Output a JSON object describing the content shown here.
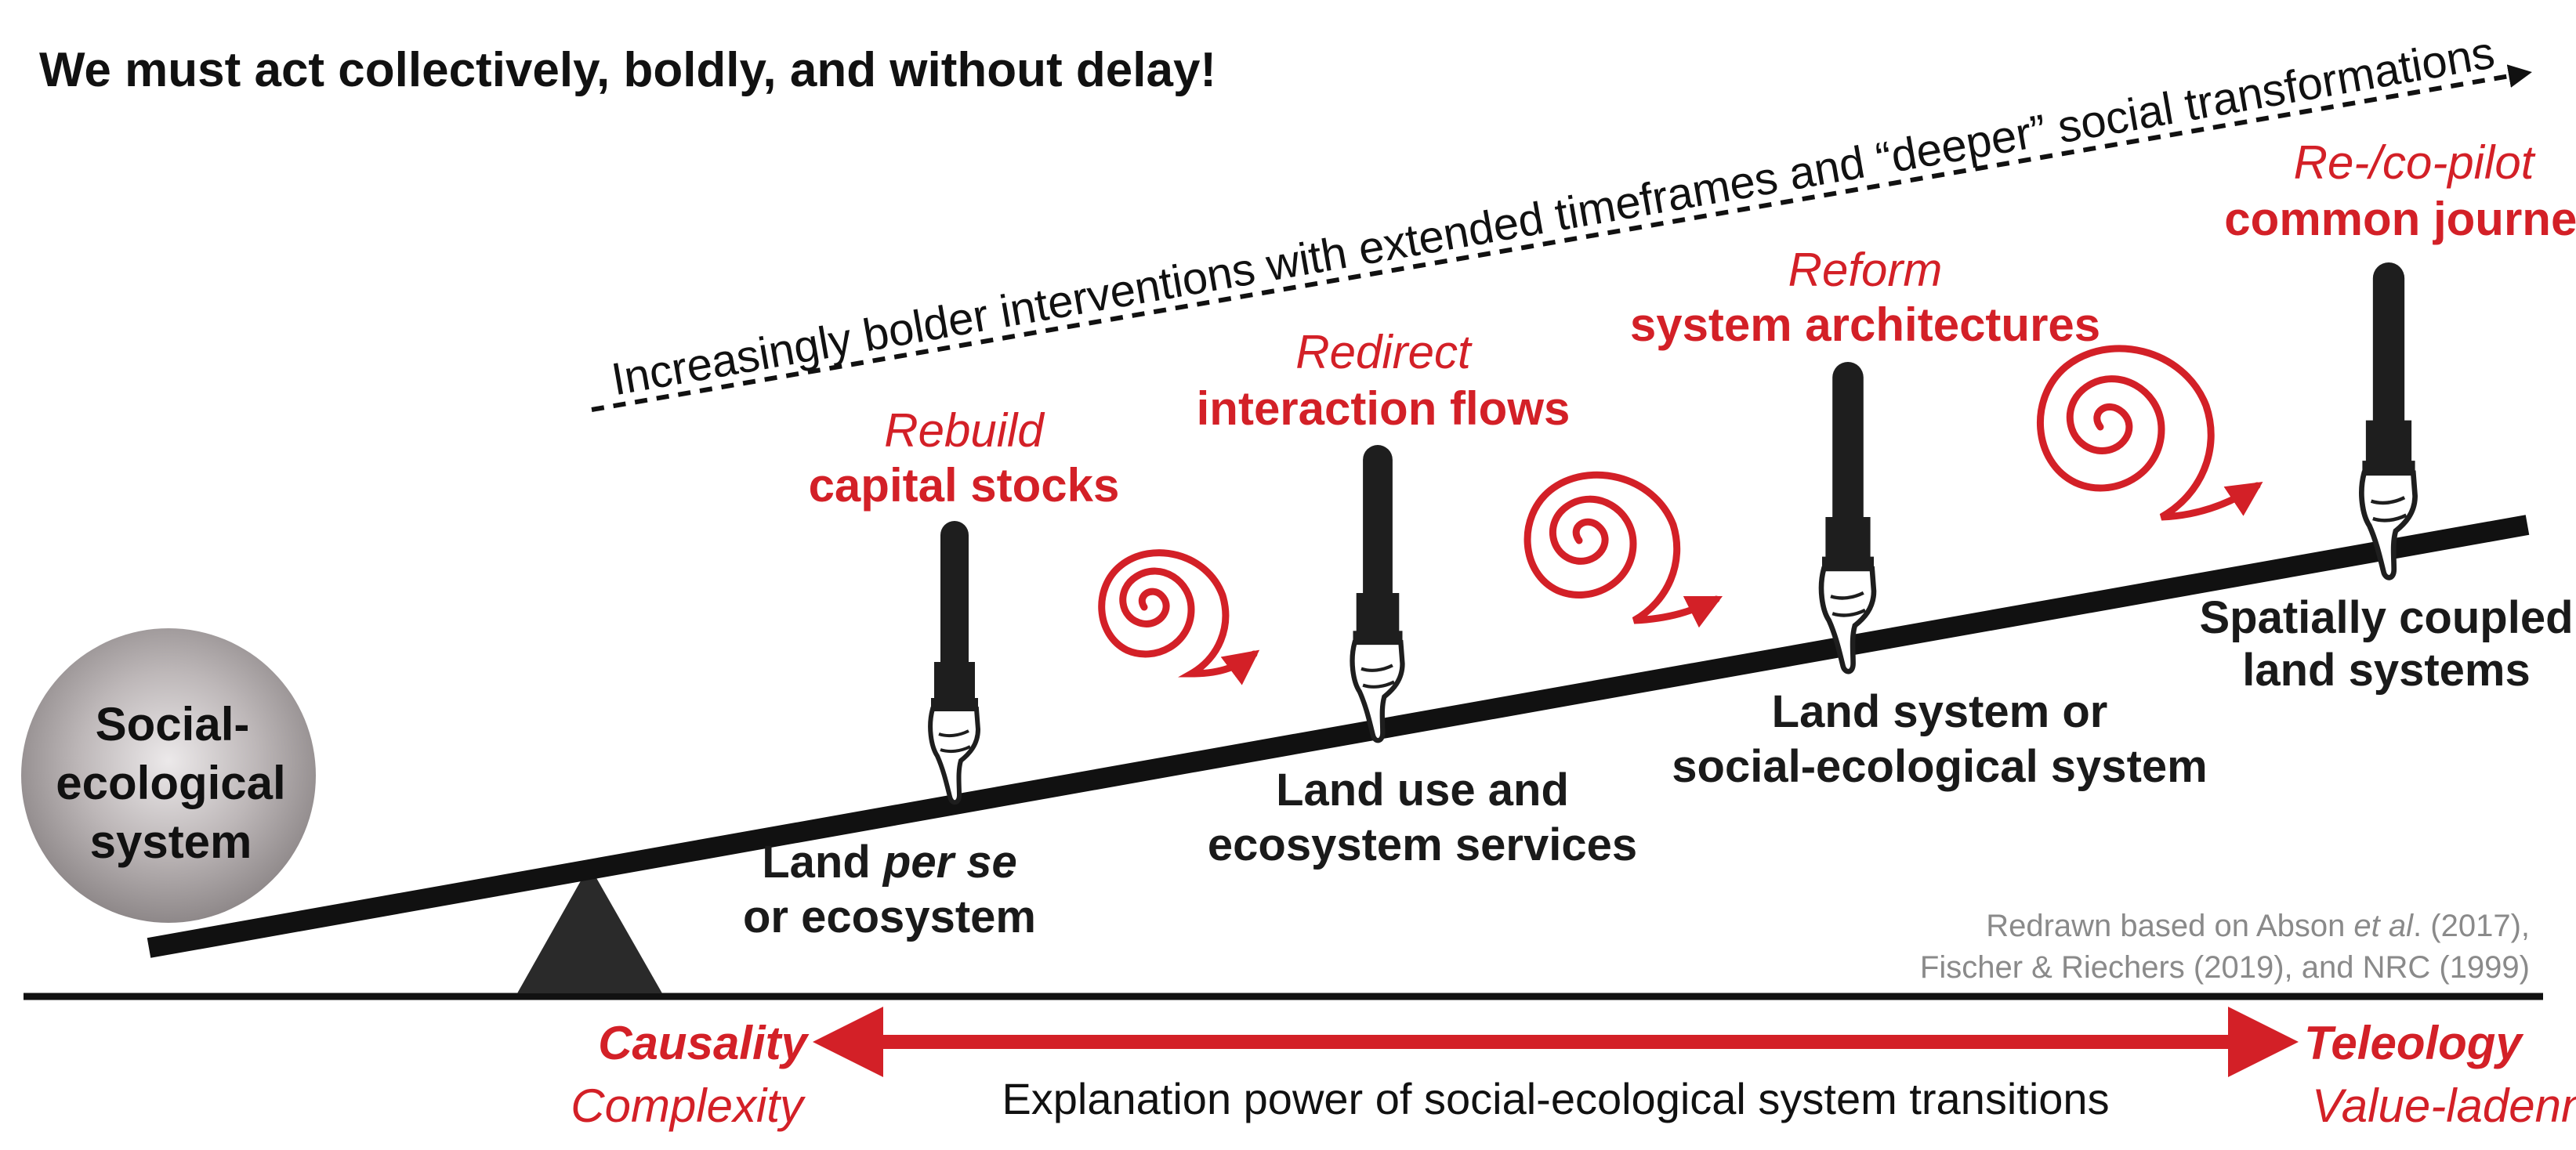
{
  "headline": "We must act collectively, boldly, and without delay!",
  "trend_text": "Increasingly bolder interventions with extended timeframes and “deeper” social transformations",
  "circle": {
    "line1": "Social-",
    "line2": "ecological",
    "line3": "system"
  },
  "levers": [
    {
      "verb": "Rebuild",
      "object": "capital stocks"
    },
    {
      "verb": "Redirect",
      "object": "interaction flows"
    },
    {
      "verb": "Reform",
      "object": "system architectures"
    },
    {
      "verb": "Re-/co-pilot",
      "object": "common journey"
    }
  ],
  "systems": [
    {
      "line1_pre": "Land ",
      "line1_em": "per se",
      "line2": "or ecosystem"
    },
    {
      "line1": "Land use and",
      "line2": "ecosystem services"
    },
    {
      "line1": "Land system or",
      "line2": "social-ecological system"
    },
    {
      "line1": "Spatially coupled",
      "line2": "land systems"
    }
  ],
  "credit": {
    "line1_pre": "Redrawn based on Abson ",
    "line1_em": "et al",
    "line1_post": ". (2017),",
    "line2": "Fischer & Riechers (2019), and NRC (1999)"
  },
  "axis": {
    "left_title": "Causality",
    "left_sub": "Complexity",
    "right_title": "Teleology",
    "right_sub": "Value-ladenness",
    "caption": "Explanation power of social-ecological system transitions"
  },
  "colors": {
    "accent_red": "#d32027",
    "ink": "#111111",
    "circle_gray": "#b9b4b5"
  }
}
